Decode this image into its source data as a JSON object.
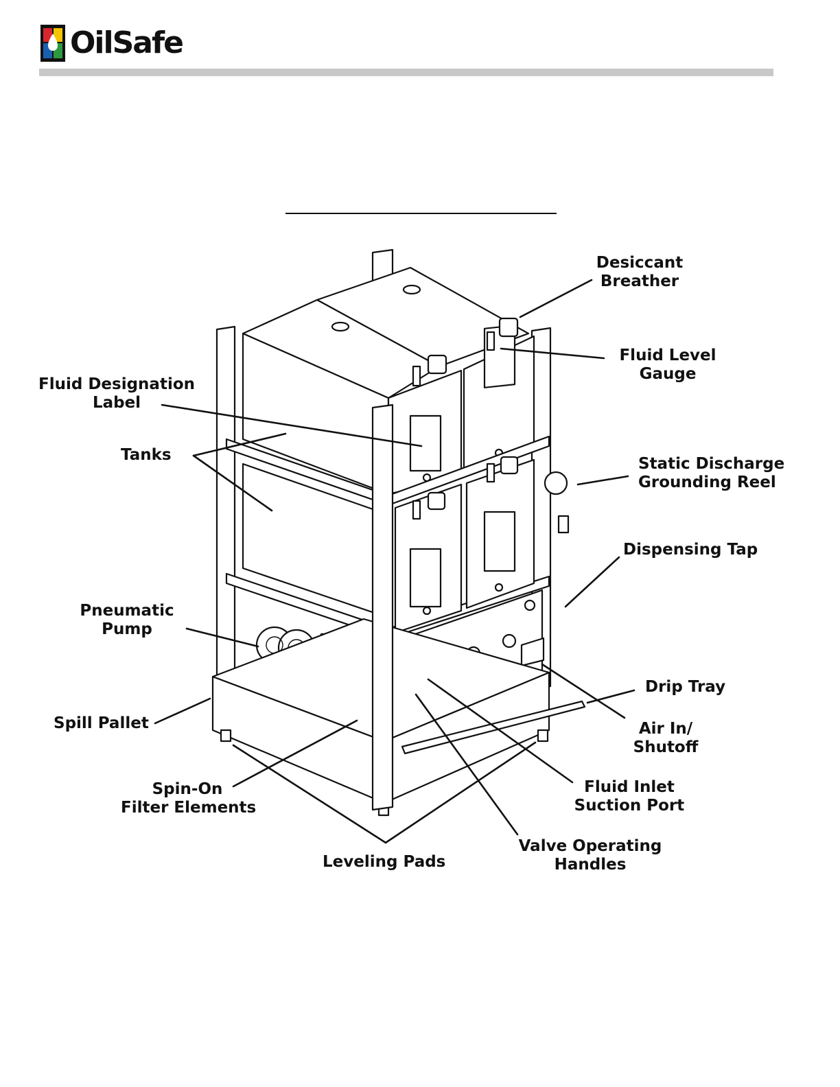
{
  "header": {
    "logo_text": "OilSafe",
    "logo_colors": {
      "red": "#d8262e",
      "yellow": "#f5c400",
      "blue": "#1b5fb0",
      "green": "#2e9a3f",
      "frame": "#111111"
    },
    "rule_color": "#c8c8c8"
  },
  "callouts": {
    "desiccant_breather": [
      "Desiccant",
      "Breather"
    ],
    "fluid_level_gauge": [
      "Fluid Level",
      "Gauge"
    ],
    "fluid_designation_label": [
      "Fluid Designation",
      "Label"
    ],
    "tanks": "Tanks",
    "static_discharge_reel": [
      "Static Discharge",
      "Grounding Reel"
    ],
    "dispensing_tap": "Dispensing Tap",
    "pneumatic_pump": [
      "Pneumatic",
      "Pump"
    ],
    "drip_tray": "Drip Tray",
    "spill_pallet": "Spill Pallet",
    "air_in_shutoff": [
      "Air In/",
      "Shutoff"
    ],
    "spin_on_filter": [
      "Spin-On",
      "Filter Elements"
    ],
    "fluid_inlet": [
      "Fluid Inlet",
      "Suction Port"
    ],
    "valve_handles": [
      "Valve Operating",
      "Handles"
    ],
    "leveling_pads": "Leveling Pads"
  }
}
